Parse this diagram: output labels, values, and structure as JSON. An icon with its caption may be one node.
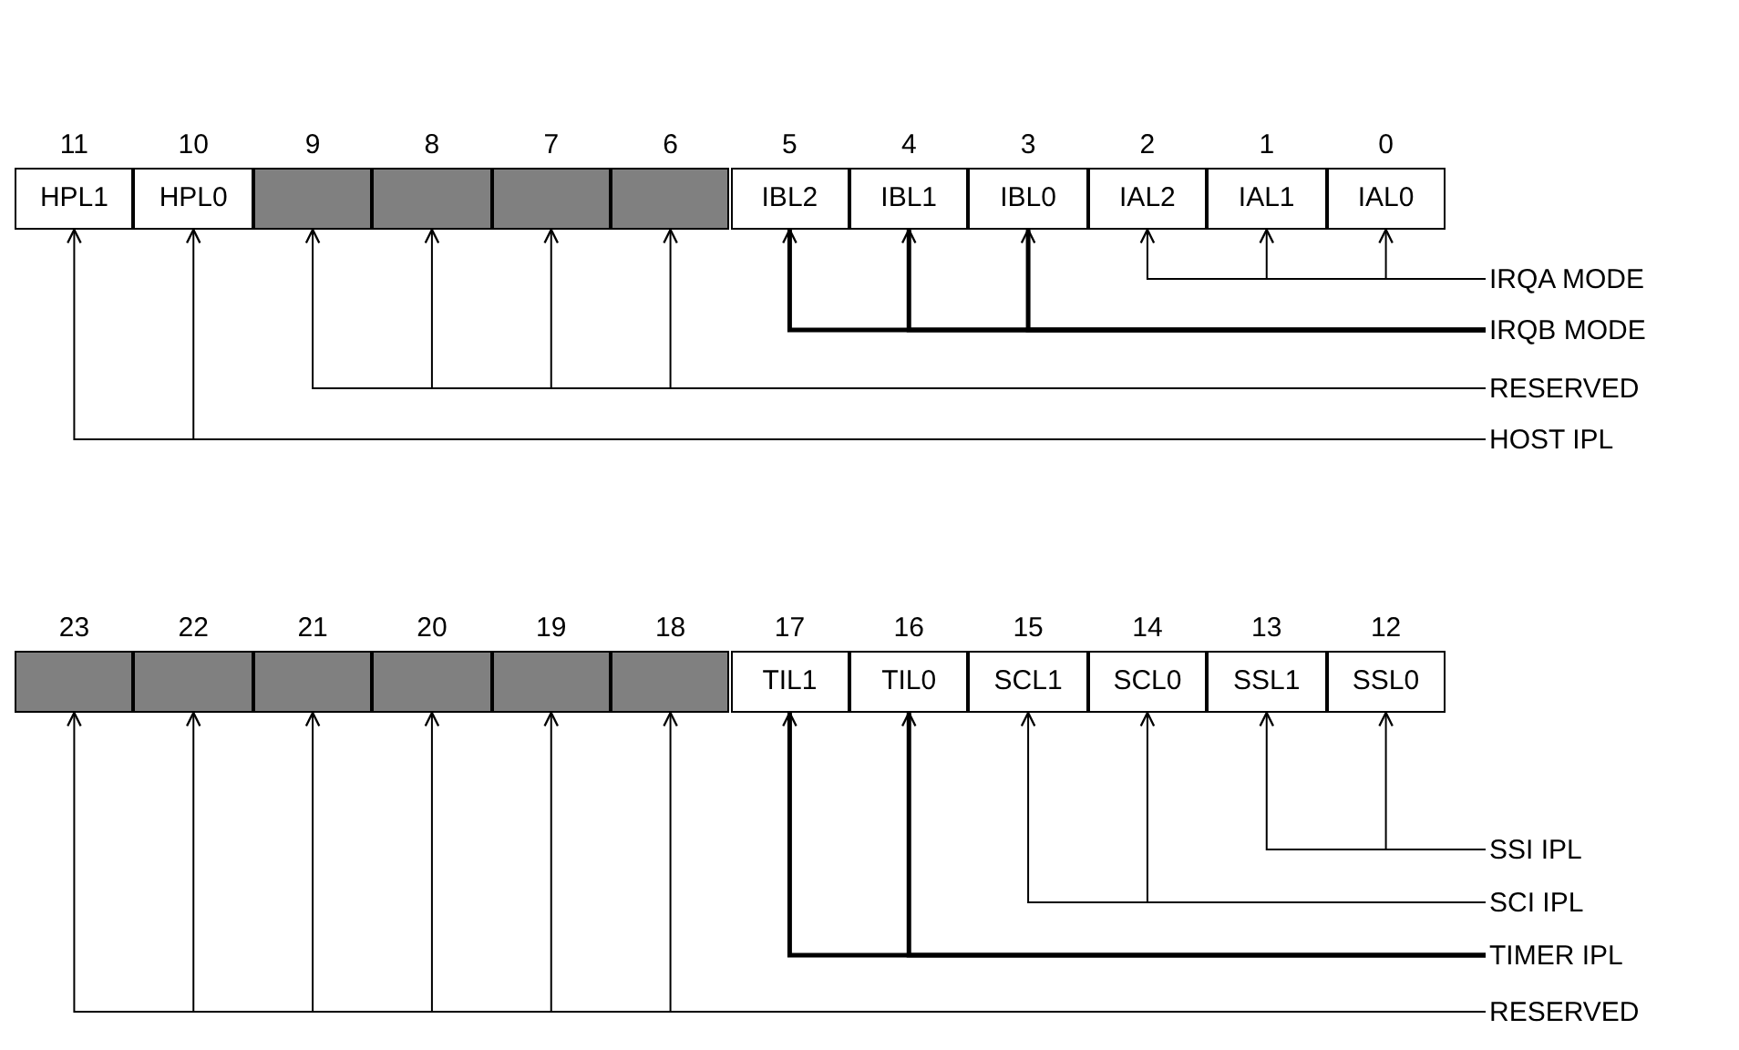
{
  "diagram": {
    "nodes": [
      {
        "text": [
          "HPL1"
        ],
        "beside": [
          "11"
        ]
      },
      {
        "text": [
          "HPL0"
        ],
        "beside": [
          "10"
        ]
      },
      {
        "text": [],
        "shape": "box",
        "beside": [
          "9"
        ]
      },
      {
        "text": [],
        "shape": "box",
        "beside": [
          "8"
        ]
      },
      {
        "text": [],
        "shape": "box",
        "beside": [
          "7"
        ]
      },
      {
        "text": [],
        "shape": "box",
        "beside": [
          "6"
        ]
      },
      {
        "text": [
          "IBL2"
        ],
        "beside": [
          "5"
        ]
      },
      {
        "text": [
          "IBL1"
        ],
        "beside": [
          "4"
        ]
      },
      {
        "text": [
          "IBL0"
        ],
        "beside": [
          "3"
        ]
      },
      {
        "text": [
          "IAL2"
        ],
        "beside": [
          "2"
        ]
      },
      {
        "text": [
          "IAL1"
        ],
        "beside": [
          "1"
        ]
      },
      {
        "text": [
          "IAL0"
        ],
        "beside": [
          "0"
        ]
      },
      {
        "text": [
          "IRQA MODE"
        ]
      },
      {
        "text": [
          "IRQB MODE"
        ]
      },
      {
        "text": [
          "RESERVED"
        ]
      },
      {
        "text": [
          "HOST IPL"
        ]
      },
      {
        "text": [],
        "shape": "box",
        "beside": [
          "23"
        ]
      },
      {
        "text": [],
        "shape": "box",
        "beside": [
          "22"
        ]
      },
      {
        "text": [],
        "shape": "box",
        "beside": [
          "21"
        ]
      },
      {
        "text": [],
        "shape": "box",
        "beside": [
          "20"
        ]
      },
      {
        "text": [],
        "shape": "box",
        "beside": [
          "19"
        ]
      },
      {
        "text": [],
        "shape": "box",
        "beside": [
          "18"
        ]
      },
      {
        "text": [
          "TIL1"
        ],
        "beside": [
          "17"
        ]
      },
      {
        "text": [
          "TIL0"
        ],
        "beside": [
          "16"
        ]
      },
      {
        "text": [
          "SCL1"
        ],
        "beside": [
          "15"
        ]
      },
      {
        "text": [
          "SCL0"
        ],
        "beside": [
          "14"
        ]
      },
      {
        "text": [
          "SSL1"
        ],
        "beside": [
          "13"
        ]
      },
      {
        "text": [
          "SSL0"
        ],
        "beside": [
          "12"
        ]
      },
      {
        "text": [
          "SSI IPL"
        ]
      },
      {
        "text": [
          "SCI IPL"
        ]
      },
      {
        "text": [
          "TIMER IPL"
        ]
      },
      {
        "text": [
          "RESERVED"
        ]
      }
    ],
    "edges": [
      {
        "from": 12,
        "to": 9,
        "arrow": "to"
      },
      {
        "from": 12,
        "to": 10,
        "arrow": "to"
      },
      {
        "from": 12,
        "to": 11,
        "arrow": "to"
      },
      {
        "from": 13,
        "to": 6,
        "arrow": "to",
        "style": "thick"
      },
      {
        "from": 13,
        "to": 7,
        "arrow": "to",
        "style": "thick"
      },
      {
        "from": 13,
        "to": 8,
        "arrow": "to",
        "style": "thick"
      },
      {
        "from": 14,
        "to": 2,
        "arrow": "to"
      },
      {
        "from": 14,
        "to": 3,
        "arrow": "to"
      },
      {
        "from": 14,
        "to": 4,
        "arrow": "to"
      },
      {
        "from": 14,
        "to": 5,
        "arrow": "to"
      },
      {
        "from": 15,
        "to": 0,
        "arrow": "to"
      },
      {
        "from": 15,
        "to": 1,
        "arrow": "to"
      },
      {
        "from": 28,
        "to": 26,
        "arrow": "to"
      },
      {
        "from": 28,
        "to": 27,
        "arrow": "to"
      },
      {
        "from": 29,
        "to": 24,
        "arrow": "to"
      },
      {
        "from": 29,
        "to": 25,
        "arrow": "to"
      },
      {
        "from": 30,
        "to": 22,
        "arrow": "to",
        "style": "thick"
      },
      {
        "from": 30,
        "to": 23,
        "arrow": "to",
        "style": "thick"
      },
      {
        "from": 31,
        "to": 16,
        "arrow": "to"
      },
      {
        "from": 31,
        "to": 17,
        "arrow": "to"
      },
      {
        "from": 31,
        "to": 18,
        "arrow": "to"
      },
      {
        "from": 31,
        "to": 19,
        "arrow": "to"
      },
      {
        "from": 31,
        "to": 20,
        "arrow": "to"
      },
      {
        "from": 31,
        "to": 21,
        "arrow": "to"
      }
    ]
  }
}
